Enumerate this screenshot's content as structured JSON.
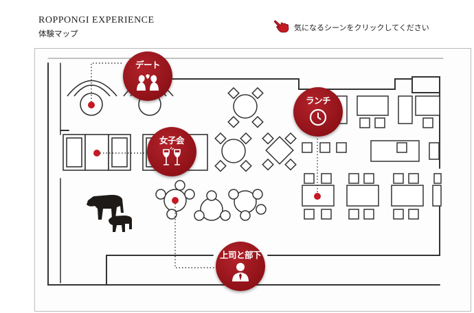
{
  "header": {
    "title_en": "ROPPONGI EXPERIENCE",
    "title_ja": "体験マップ",
    "hint_icon": "pointing-hand-icon",
    "hint_text": "気になるシーンをクリックしてください"
  },
  "colors": {
    "marker_red": "#9b161d",
    "dot_red": "#c41a24",
    "line": "#333333"
  },
  "markers": [
    {
      "label": "デート",
      "icon": "couple-heart-icon"
    },
    {
      "label": "女子会",
      "icon": "wine-glasses-icon"
    },
    {
      "label": "ランチ",
      "icon": "clock-icon"
    },
    {
      "label": "上司と部下",
      "icon": "businessman-icon"
    }
  ]
}
